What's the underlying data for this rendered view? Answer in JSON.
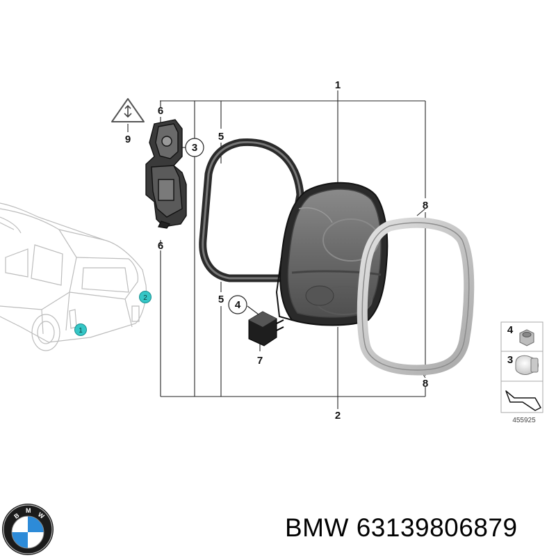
{
  "diagram": {
    "callouts": {
      "c1": "1",
      "c2": "2",
      "c3": "3",
      "c5_top": "5",
      "c5_bottom": "5",
      "c6_top": "6",
      "c6_bottom": "6",
      "c7": "7",
      "c8_top": "8",
      "c8_bottom": "8",
      "c9": "9",
      "c4_circle": "4"
    },
    "car_markers": {
      "m1": "1",
      "m2": "2"
    },
    "legend": {
      "item_4": "4",
      "item_3": "3",
      "code": "455925"
    }
  },
  "footer": {
    "brand": "BMW",
    "part_number": "63139806879"
  },
  "logo": {
    "text": "BMW"
  },
  "colors": {
    "marker": "#35c6c6",
    "lens_dark": "#6e6e6e",
    "gasket": "#444444",
    "trim": "#c9c9c9"
  },
  "icons": [
    "warning-triangle-icon",
    "nut-icon",
    "bulb-icon",
    "parts-arrow-icon",
    "bmw-logo"
  ]
}
